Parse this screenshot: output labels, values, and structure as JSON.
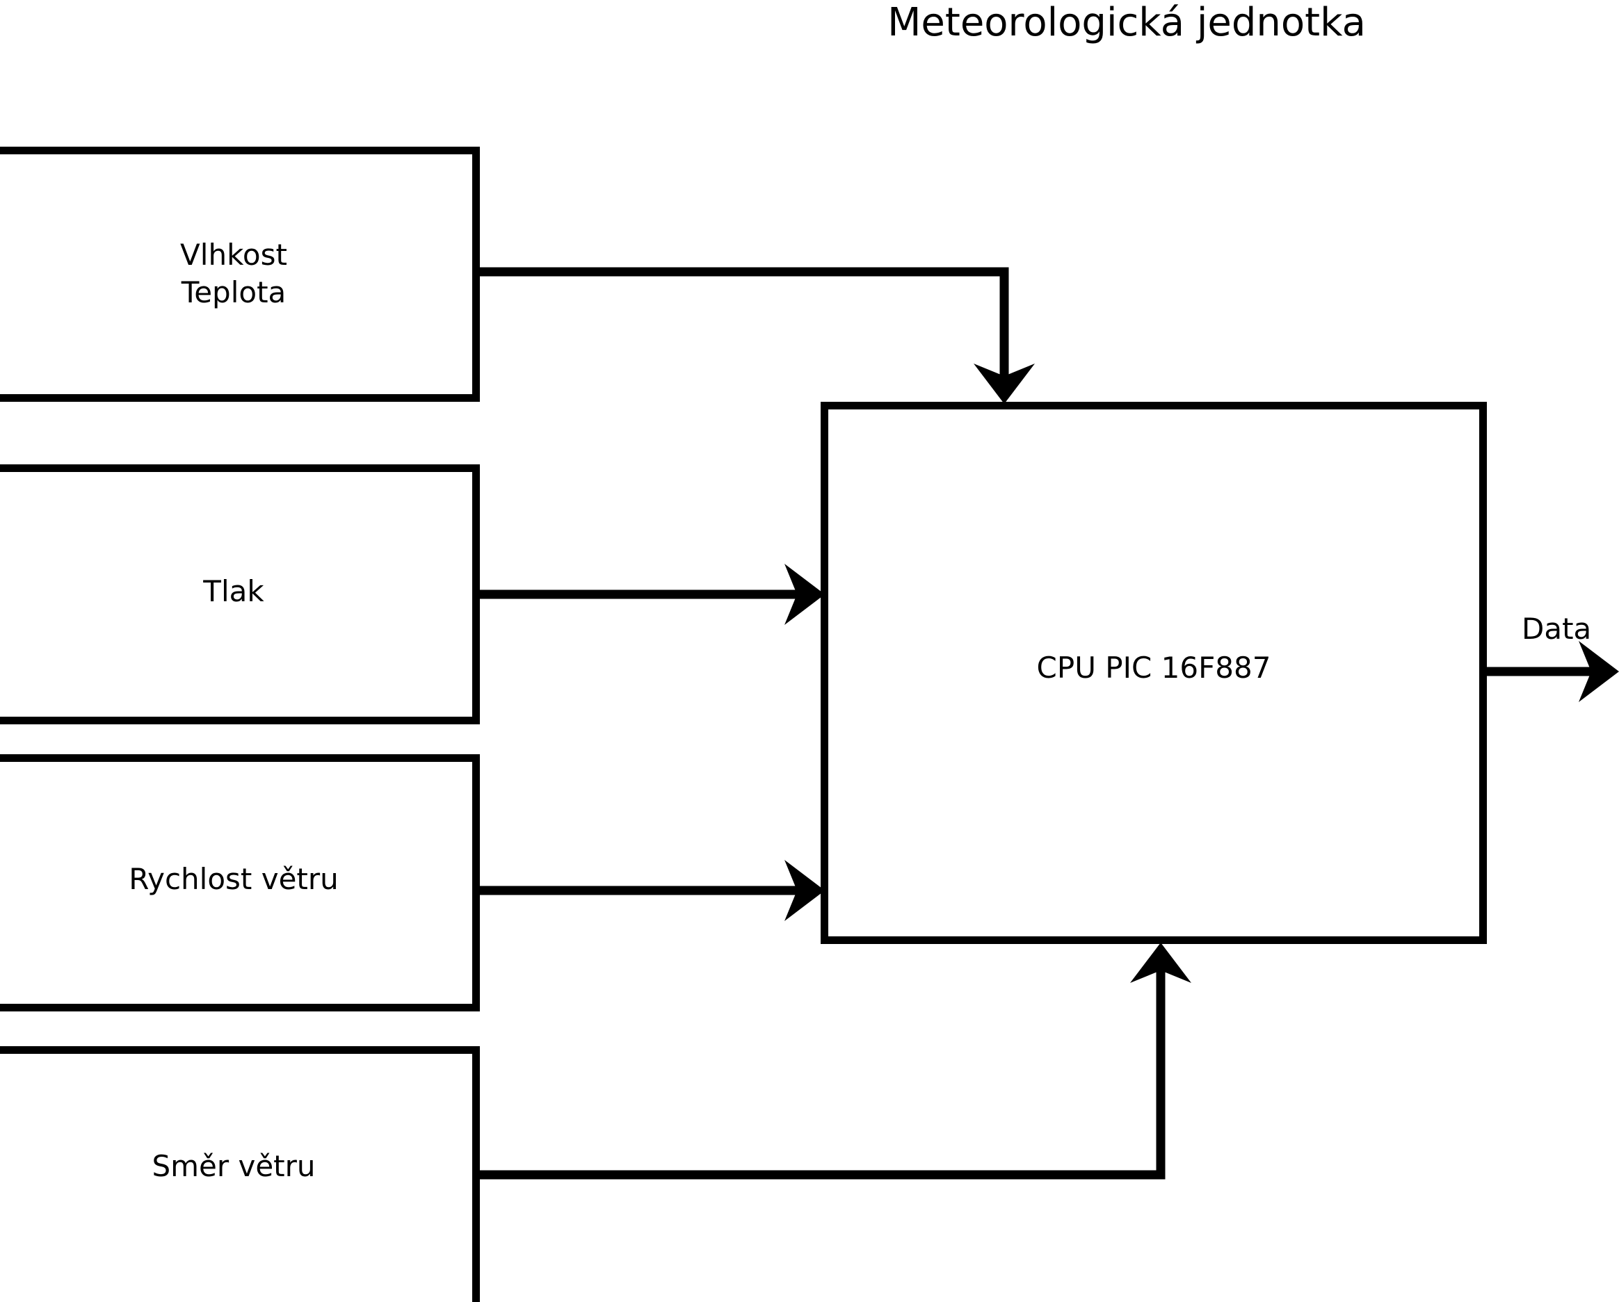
{
  "diagram": {
    "title": "Meteorologická jednotka",
    "type": "block-diagram",
    "nodes": [
      {
        "id": "humidity-temp",
        "label": "Vlhkost\nTeplota"
      },
      {
        "id": "pressure",
        "label": "Tlak"
      },
      {
        "id": "wind-speed",
        "label": "Rychlost větru"
      },
      {
        "id": "wind-dir",
        "label": "Směr větru"
      },
      {
        "id": "cpu",
        "label": "CPU PIC 16F887"
      }
    ],
    "edges": [
      {
        "id": "humidity-temp-to-cpu",
        "from": "humidity-temp",
        "to": "cpu",
        "label": "",
        "route": "right-then-down"
      },
      {
        "id": "pressure-to-cpu",
        "from": "pressure",
        "to": "cpu",
        "label": "",
        "route": "straight-right"
      },
      {
        "id": "wind-speed-to-cpu",
        "from": "wind-speed",
        "to": "cpu",
        "label": "",
        "route": "straight-right"
      },
      {
        "id": "wind-dir-to-cpu",
        "from": "wind-dir",
        "to": "cpu",
        "label": "",
        "route": "right-then-up"
      },
      {
        "id": "cpu-to-data",
        "from": "cpu",
        "to": "",
        "label": "Data",
        "route": "straight-right"
      }
    ],
    "colors": {
      "background": "#ffffff",
      "stroke": "#000000",
      "text": "#000000"
    }
  }
}
